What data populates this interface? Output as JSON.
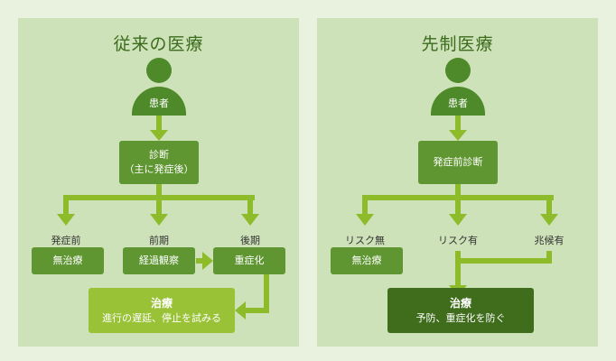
{
  "left": {
    "title": "従来の医療",
    "patient": "患者",
    "diagnosis_line1": "診断",
    "diagnosis_line2": "（主に発症後）",
    "stage_labels": [
      "発症前",
      "前期",
      "後期"
    ],
    "stage_boxes": [
      "無治療",
      "経過観察",
      "重症化"
    ],
    "treatment_title": "治療",
    "treatment_desc": "進行の遅延、停止を試みる"
  },
  "right": {
    "title": "先制医療",
    "patient": "患者",
    "diagnosis": "発症前診断",
    "risk_labels": [
      "リスク無",
      "リスク有",
      "兆候有"
    ],
    "no_treatment": "無治療",
    "treatment_title": "治療",
    "treatment_desc": "予防、重症化を防ぐ"
  },
  "colors": {
    "background": "#e8f2df",
    "panel": "#cde2b8",
    "node": "#5f9631",
    "person": "#4e8a2a",
    "arrow": "#8dbb2a",
    "treatment_light": "#9ac237",
    "treatment_dark": "#3f6d1c"
  }
}
